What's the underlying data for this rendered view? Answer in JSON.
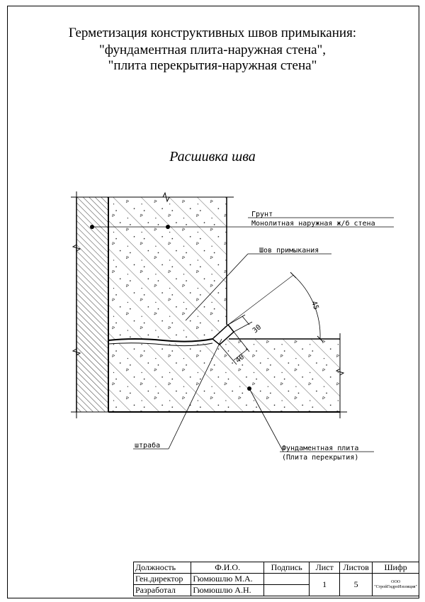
{
  "title": {
    "line1": "Герметизация конструктивных швов примыкания:",
    "line2": "\"фундаментная плита-наружная стена\",",
    "line3": "\"плита перекрытия-наружная стена\""
  },
  "subtitle": "Расшивка шва",
  "labels": {
    "grunt": "Грунт",
    "wall": "Монолитная наружная ж/б стена",
    "joint": "Шов примыкания",
    "groove": "штраба",
    "slab1": "Фундаментная плита",
    "slab2": "(Плита перекрытия)"
  },
  "dimensions": {
    "d30": "30",
    "d40": "40",
    "angle": "45"
  },
  "stamp": {
    "headers": [
      "Должность",
      "Ф.И.О.",
      "Подпись",
      "Лист",
      "Листов",
      "Шифр"
    ],
    "row1": [
      "Ген.директор",
      "Гюмюшлю М.А."
    ],
    "row2": [
      "Разработал",
      "Гюмюшлю А.Н."
    ],
    "sheet": "1",
    "sheets": "5",
    "company1": "ООО",
    "company2": "\"СтройГидроИзоляция\""
  }
}
